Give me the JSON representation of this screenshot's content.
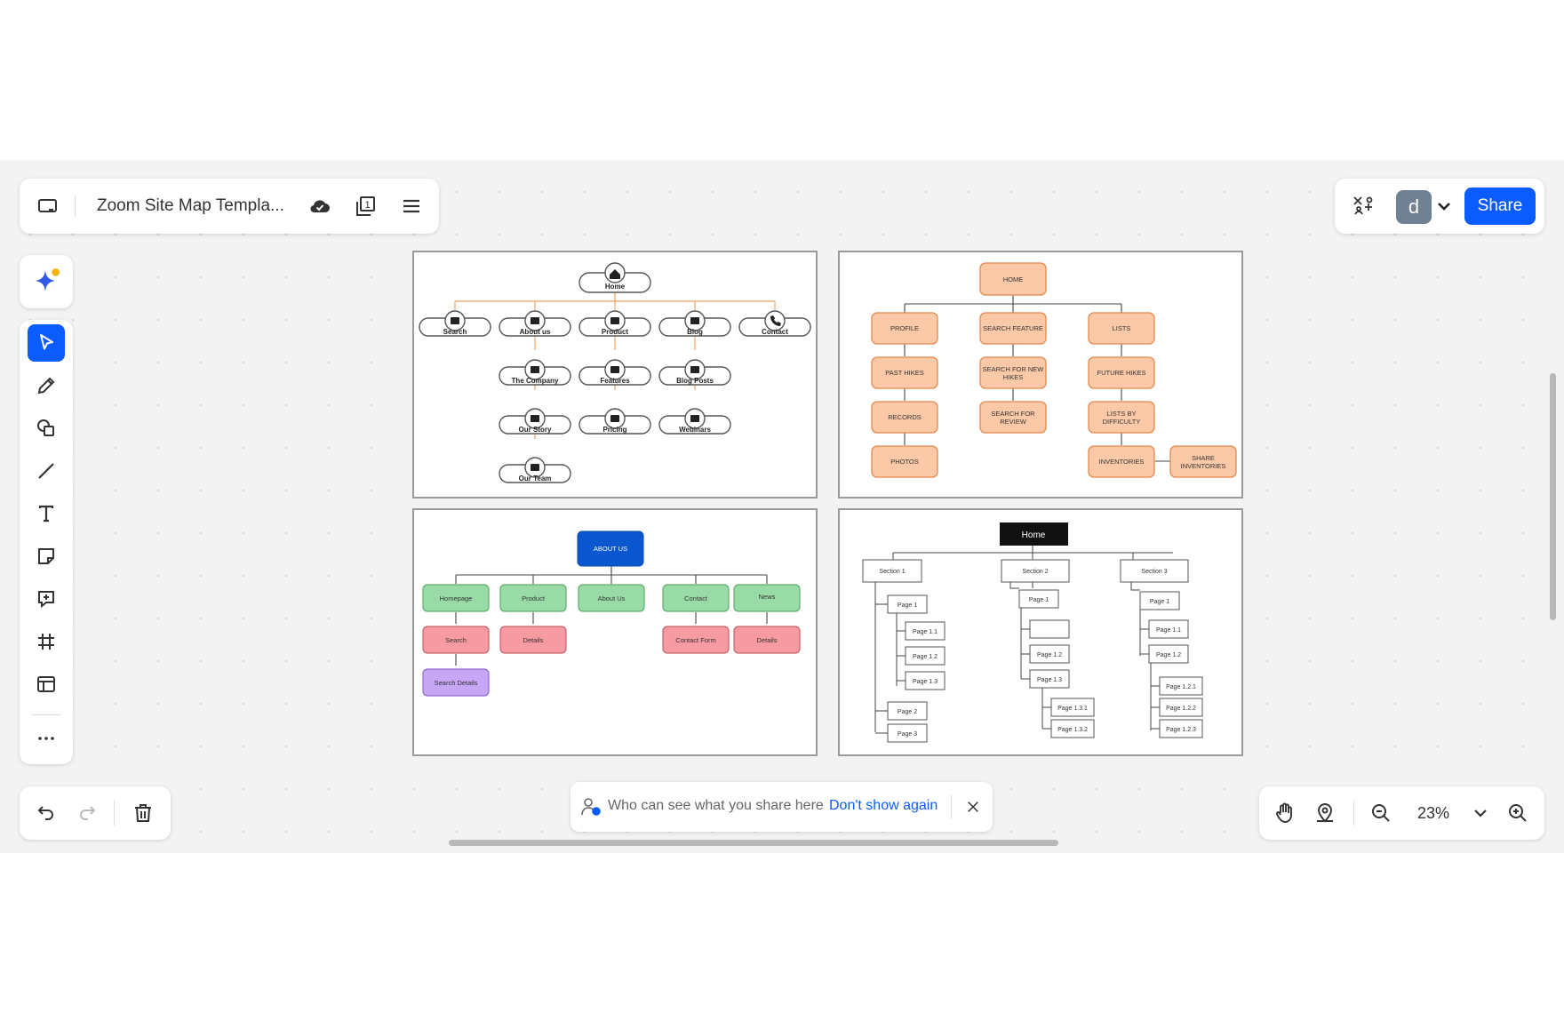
{
  "topbar": {
    "title": "Zoom Site Map Templa...",
    "pages_count": "1"
  },
  "header_right": {
    "avatar_letter": "d",
    "share_label": "Share"
  },
  "toast": {
    "message": "Who can see what you share here",
    "link": "Don't show again"
  },
  "zoom": {
    "value": "23%"
  },
  "colors": {
    "accent": "#0b5cff",
    "orange_node": "#fbc9a7",
    "green_node": "#99dba6",
    "red_node": "#f79aa2",
    "purple_node": "#c7a6f5",
    "blue_node": "#0a57cf"
  },
  "toolbar": {
    "tools": [
      "select",
      "pen",
      "shapes",
      "line",
      "text",
      "sticky-note",
      "comment",
      "frame",
      "templates",
      "more"
    ],
    "active": "select"
  },
  "frames": {
    "f1": {
      "home": "Home",
      "row1": [
        "Search",
        "About us",
        "Product",
        "Blog",
        "Contact"
      ],
      "about": [
        "The Company",
        "Our Story",
        "Our Team"
      ],
      "product": [
        "Features",
        "Pricing"
      ],
      "blog": [
        "Blog Posts",
        "Webinars"
      ]
    },
    "f2": {
      "home": "HOME",
      "profile": "PROFILE",
      "past_hikes": "PAST HIKES",
      "records": "RECORDS",
      "photos": "PHOTOS",
      "search_feature": "SEARCH FEATURE",
      "search_new_1": "SEARCH FOR NEW",
      "search_new_2": "HIKES",
      "search_review_1": "SEARCH FOR",
      "search_review_2": "REVIEW",
      "lists": "LISTS",
      "future_hikes": "FUTURE HIKES",
      "lists_diff_1": "LISTS BY",
      "lists_diff_2": "DIFFICULTY",
      "inventories": "INVENTORIES",
      "share_inv_1": "SHARE",
      "share_inv_2": "INVENTORIES"
    },
    "f3": {
      "about": "ABOUT US",
      "homepage": "Homepage",
      "product": "Product",
      "about_us": "About Us",
      "contact": "Contact",
      "news": "News",
      "search": "Search",
      "details": "Details",
      "contact_form": "Contact Form",
      "search_details": "Search Details"
    },
    "f4": {
      "home": "Home",
      "section1": "Section 1",
      "section2": "Section 2",
      "section3": "Section 3",
      "page1": "Page 1",
      "page1_1": "Page 1.1",
      "page1_2": "Page 1.2",
      "page1_3": "Page 1.3",
      "page2": "Page 2",
      "page3": "Page 3",
      "page1_3_1": "Page 1.3.1",
      "page1_3_2": "Page 1.3.2",
      "page1_2_1": "Page 1.2.1",
      "page1_2_2": "Page 1.2.2",
      "page1_2_3": "Page 1.2.3"
    }
  }
}
